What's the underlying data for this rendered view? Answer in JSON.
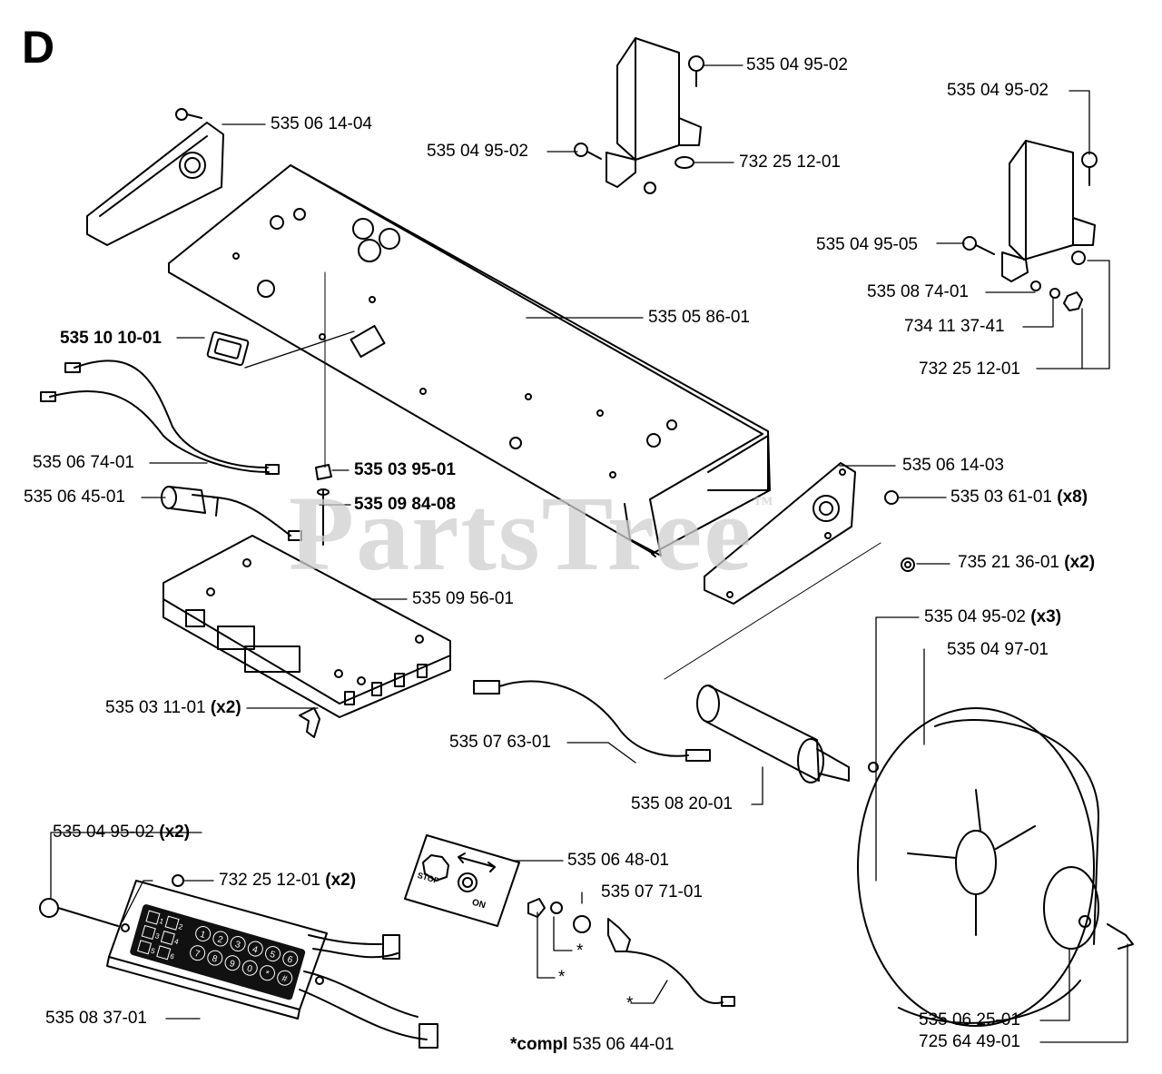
{
  "section": "D",
  "watermark": "PartsTree",
  "watermark_mark": "™",
  "labels": {
    "p_535_04_95_02_top": "535 04 95-02",
    "p_535_04_95_02_left": "535 04 95-02",
    "p_732_25_12_01_top": "732 25 12-01",
    "p_535_04_95_02_right": "535 04 95-02",
    "p_535_06_14_04": "535 06 14-04",
    "p_535_04_95_05": "535 04 95-05",
    "p_535_08_74_01": "535 08 74-01",
    "p_734_11_37_41": "734 11 37-41",
    "p_732_25_12_01_right": "732 25 12-01",
    "p_535_05_86_01": "535 05 86-01",
    "p_535_10_10_01": "535 10 10-01",
    "p_535_06_74_01": "535 06 74-01",
    "p_535_03_95_01": "535 03 95-01",
    "p_535_09_84_08": "535 09 84-08",
    "p_535_06_45_01": "535 06 45-01",
    "p_535_06_14_03": "535 06 14-03",
    "p_535_03_61_01": "535 03 61-01",
    "p_535_03_61_01_qty": "(x8)",
    "p_735_21_36_01": "735 21 36-01",
    "p_735_21_36_01_qty": "(x2)",
    "p_535_09_56_01": "535 09 56-01",
    "p_535_04_95_02_x3": "535 04 95-02",
    "p_535_04_95_02_x3_qty": "(x3)",
    "p_535_04_97_01": "535 04 97-01",
    "p_535_03_11_01": "535 03 11-01",
    "p_535_03_11_01_qty": "(x2)",
    "p_535_07_63_01": "535 07 63-01",
    "p_535_08_20_01": "535 08 20-01",
    "p_535_04_95_02_x2": "535 04 95-02",
    "p_535_04_95_02_x2_qty": "(x2)",
    "p_732_25_12_01_x2": "732 25 12-01",
    "p_732_25_12_01_x2_qty": "(x2)",
    "p_535_06_48_01": "535 06 48-01",
    "p_535_07_71_01": "535 07 71-01",
    "p_535_08_37_01": "535 08 37-01",
    "star_a": "*",
    "star_b": "*",
    "star_c": "*",
    "compl_prefix": "*compl",
    "compl_number": "535 06 44-01",
    "p_535_06_25_01": "535 06 25-01",
    "p_725_64_49_01": "725 64 49-01"
  },
  "switch_plate": {
    "stop": "STOP",
    "on": "ON"
  },
  "keypad": {
    "keys": [
      "1",
      "2",
      "3",
      "4",
      "5",
      "6",
      "7",
      "8",
      "9",
      "0",
      "*",
      "#"
    ],
    "side": [
      "1",
      "2",
      "3",
      "4",
      "5",
      "6"
    ]
  }
}
